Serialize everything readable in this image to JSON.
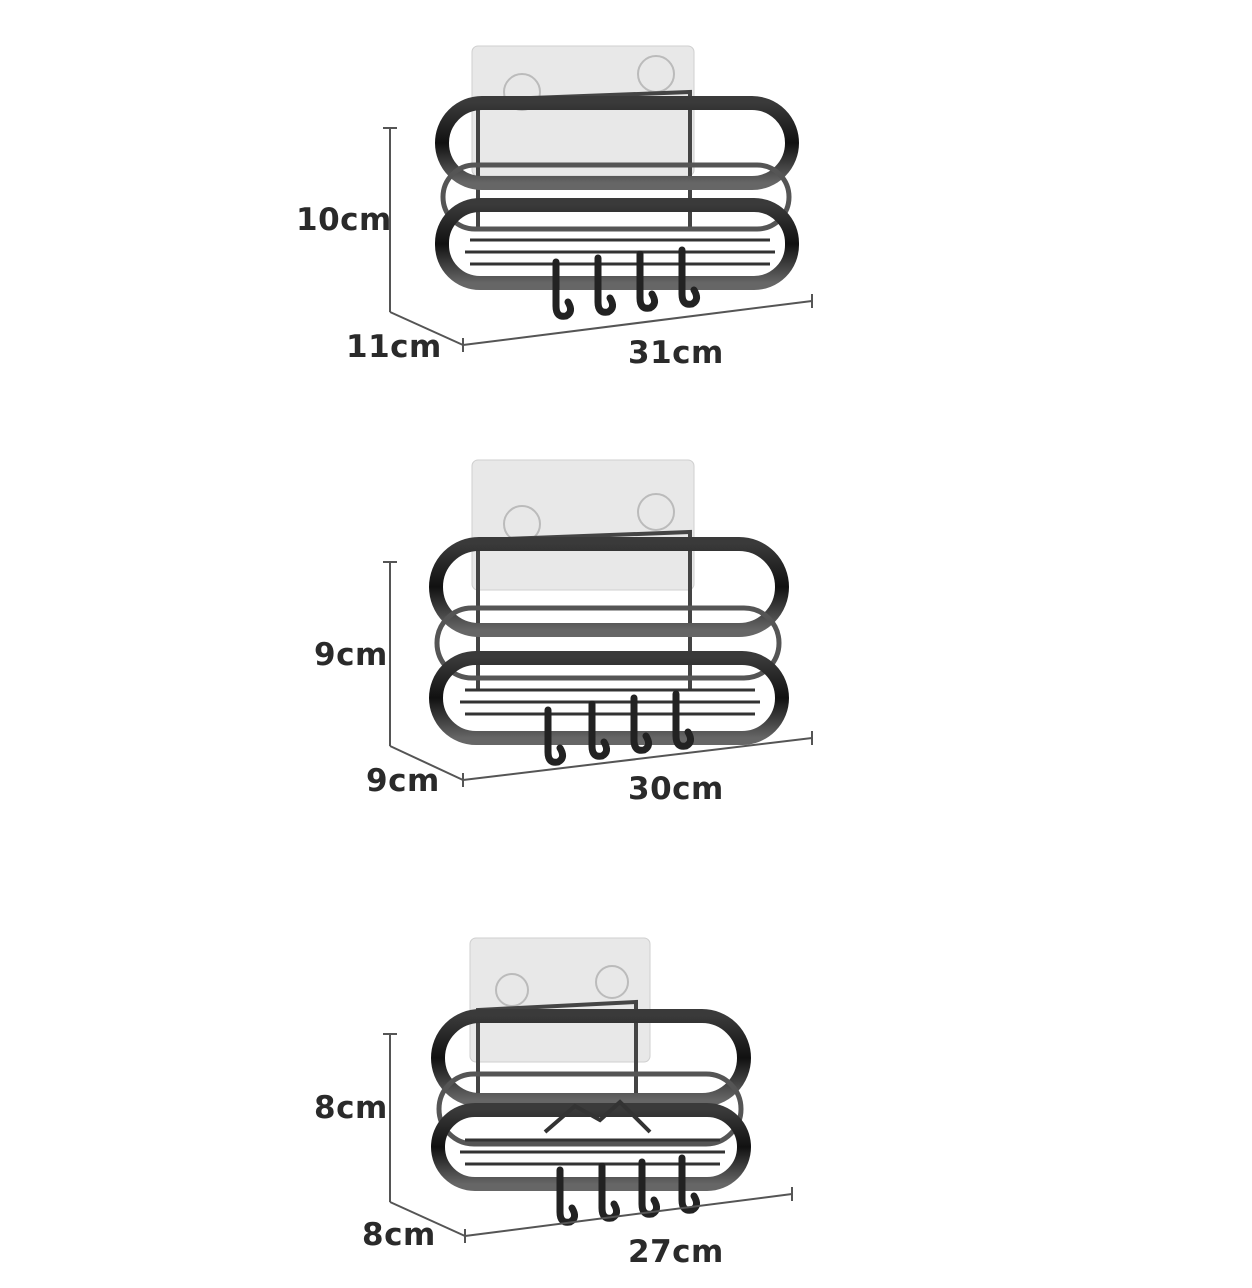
{
  "colors": {
    "metal_dark": "#1c1c1c",
    "metal_light": "#d9d9d9",
    "plate": "#e6e6e6",
    "dimension_line": "#555555"
  },
  "products": [
    {
      "height": "10cm",
      "depth": "11cm",
      "width": "31cm"
    },
    {
      "height": "9cm",
      "depth": "9cm",
      "width": "30cm"
    },
    {
      "height": "8cm",
      "depth": "8cm",
      "width": "27cm"
    }
  ]
}
